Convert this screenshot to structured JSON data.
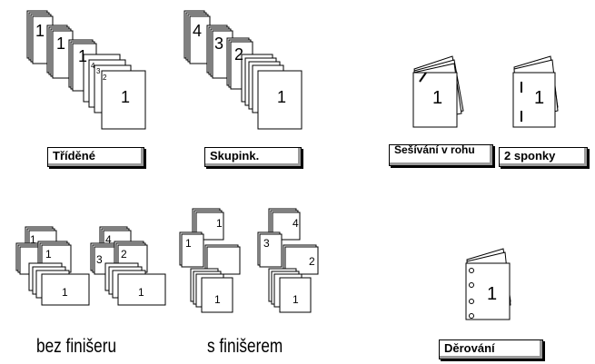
{
  "buttons": {
    "sorted": "Tříděné",
    "grouped": "Skupink.",
    "staple_corner": "Sešívání v rohu",
    "staple_two": "2 sponky",
    "punch": "Děrování"
  },
  "captions": {
    "without_finisher": "bez finišeru",
    "with_finisher": "s finišerem"
  },
  "illustrations": {
    "sorted_labels": [
      "1",
      "1",
      "1",
      "4",
      "3",
      "2",
      "1"
    ],
    "grouped_labels": [
      "4",
      "3",
      "2",
      "1"
    ],
    "page_number": "1",
    "stack_labels_a": [
      "1",
      "1",
      "1"
    ],
    "stack_labels_b": [
      "4",
      "3",
      "2",
      "1"
    ]
  }
}
